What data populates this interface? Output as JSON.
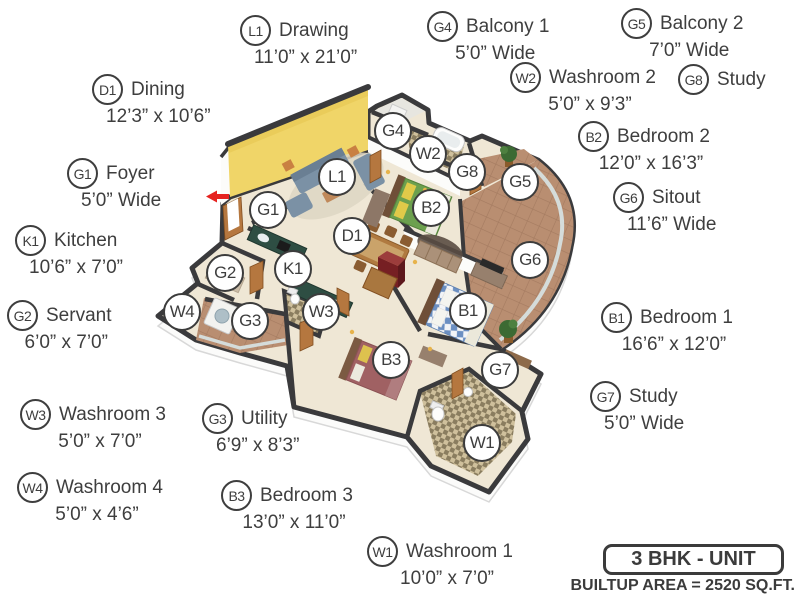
{
  "page": {
    "background": "#ffffff",
    "text_color": "#3e3e3e"
  },
  "colors": {
    "wall": "#3a3a3c",
    "feature_wall_yellow": "#f0d568",
    "floor_cream": "#efe7d5",
    "tile_terracotta": "#b98e71",
    "sofa_blue_gray": "#7b91a5",
    "bed_green": "#6ca04e",
    "bed_blue": "#6b8fc2",
    "bed_maroon": "#a06163",
    "wood": "#b5773f",
    "kitchen_counter_green": "#2e4e43",
    "entrance_arrow_red": "#e62320"
  },
  "badge": {
    "unit_label": "3 BHK - UNIT",
    "builtup_area": "BUILTUP AREA = 2520 SQ.FT."
  },
  "labels": {
    "outer": [
      {
        "code": "L1",
        "name": "Drawing",
        "dims": "11’0” x 21’0”"
      },
      {
        "code": "D1",
        "name": "Dining",
        "dims": "12’3” x 10’6”"
      },
      {
        "code": "G1",
        "name": "Foyer",
        "dims": "5’0” Wide"
      },
      {
        "code": "K1",
        "name": "Kitchen",
        "dims": "10’6” x 7’0”"
      },
      {
        "code": "G2",
        "name": "Servant",
        "dims": "6’0” x 7’0”"
      },
      {
        "code": "W3",
        "name": "Washroom 3",
        "dims": "5’0” x 7’0”"
      },
      {
        "code": "W4",
        "name": "Washroom 4",
        "dims": "5’0” x 4’6”"
      },
      {
        "code": "G4",
        "name": "Balcony 1",
        "dims": "5’0” Wide"
      },
      {
        "code": "G5",
        "name": "Balcony 2",
        "dims": "7’0” Wide"
      },
      {
        "code": "W2",
        "name": "Washroom 2",
        "dims": "5’0” x 9’3”"
      },
      {
        "code": "G8",
        "name": "Study",
        "dims": ""
      },
      {
        "code": "B2",
        "name": "Bedroom 2",
        "dims": "12’0” x 16’3”"
      },
      {
        "code": "G6",
        "name": "Sitout",
        "dims": "11’6” Wide"
      },
      {
        "code": "B1",
        "name": "Bedroom 1",
        "dims": "16’6” x 12’0”"
      },
      {
        "code": "G7",
        "name": "Study",
        "dims": "5’0” Wide"
      },
      {
        "code": "G3",
        "name": "Utility",
        "dims": "6’9” x 8’3”"
      },
      {
        "code": "B3",
        "name": "Bedroom 3",
        "dims": "13’0” x 11’0”"
      },
      {
        "code": "W1",
        "name": "Washroom 1",
        "dims": "10’0” x 7’0”"
      }
    ]
  },
  "markers": [
    {
      "code": "L1"
    },
    {
      "code": "G1"
    },
    {
      "code": "D1"
    },
    {
      "code": "K1"
    },
    {
      "code": "G2"
    },
    {
      "code": "B2"
    },
    {
      "code": "G4"
    },
    {
      "code": "W2"
    },
    {
      "code": "G8"
    },
    {
      "code": "G5"
    },
    {
      "code": "G6"
    },
    {
      "code": "W4"
    },
    {
      "code": "G3"
    },
    {
      "code": "W3"
    },
    {
      "code": "B1"
    },
    {
      "code": "B3"
    },
    {
      "code": "G7"
    },
    {
      "code": "W1"
    }
  ]
}
